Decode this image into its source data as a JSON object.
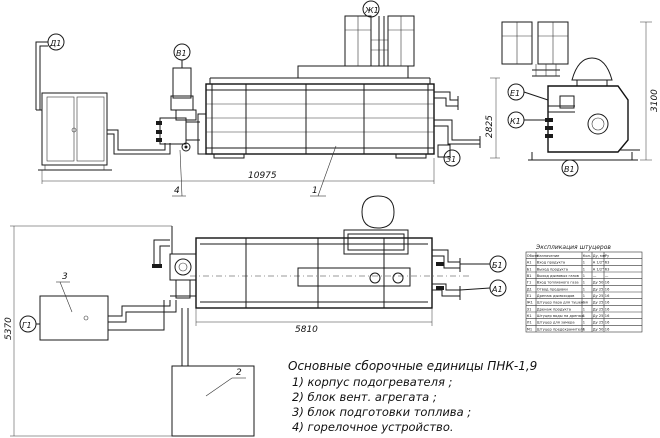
{
  "markers": {
    "d1": "Д1",
    "v1_top": "В1",
    "zh1": "Ж1",
    "e1": "Е1",
    "k1": "К1",
    "z1": "З1",
    "v1_side": "В1",
    "b1": "Б1",
    "a1": "А1",
    "g1": "Г1"
  },
  "dimensions": {
    "length_front": "10975",
    "height_front": "2825",
    "height_side": "3100",
    "length_plan": "5810",
    "width_plan": "5370"
  },
  "callouts": [
    "1",
    "2",
    "3",
    "4"
  ],
  "nozzle_table": {
    "title": "Экспликация штуцеров",
    "headers": [
      "Обозн.",
      "Назначение",
      "Кол.",
      "Ду, мм",
      "Ру"
    ],
    "rows": [
      [
        "А1",
        "Вход продукта",
        "1",
        "А 1/2\"",
        "63"
      ],
      [
        "Б1",
        "Выход продукта",
        "1",
        "А 1/2\"",
        "63"
      ],
      [
        "В1",
        "Выход дымовых газов",
        "1",
        "—",
        "—"
      ],
      [
        "Г1",
        "Вход топливного газа",
        "1",
        "Ду 50",
        "16"
      ],
      [
        "Д1",
        "Отвод продувки",
        "1",
        "Ду 25",
        "16"
      ],
      [
        "Е1",
        "Дренаж дымоходов",
        "1",
        "Ду 25",
        "16"
      ],
      [
        "Ж1",
        "Штуцер пара для тушения",
        "1",
        "Ду 25",
        "16"
      ],
      [
        "З1",
        "Дренаж продукта",
        "1",
        "Ду 25",
        "16"
      ],
      [
        "К1",
        "Штуцер воды на дренаж",
        "1",
        "Ду 25",
        "16"
      ],
      [
        "Л1",
        "Штуцер для замера",
        "1",
        "Ду 25",
        "16"
      ],
      [
        "М1",
        "Штуцер предохранителя",
        "1",
        "Ду 50",
        "16"
      ]
    ]
  },
  "caption": {
    "title": "Основные сборочные единицы ПНК-1,9",
    "items": [
      "1) корпус подогревателя ;",
      "2) блок вент. агрегата ;",
      "3) блок подготовки топлива ;",
      "4) горелочное устройство."
    ]
  }
}
